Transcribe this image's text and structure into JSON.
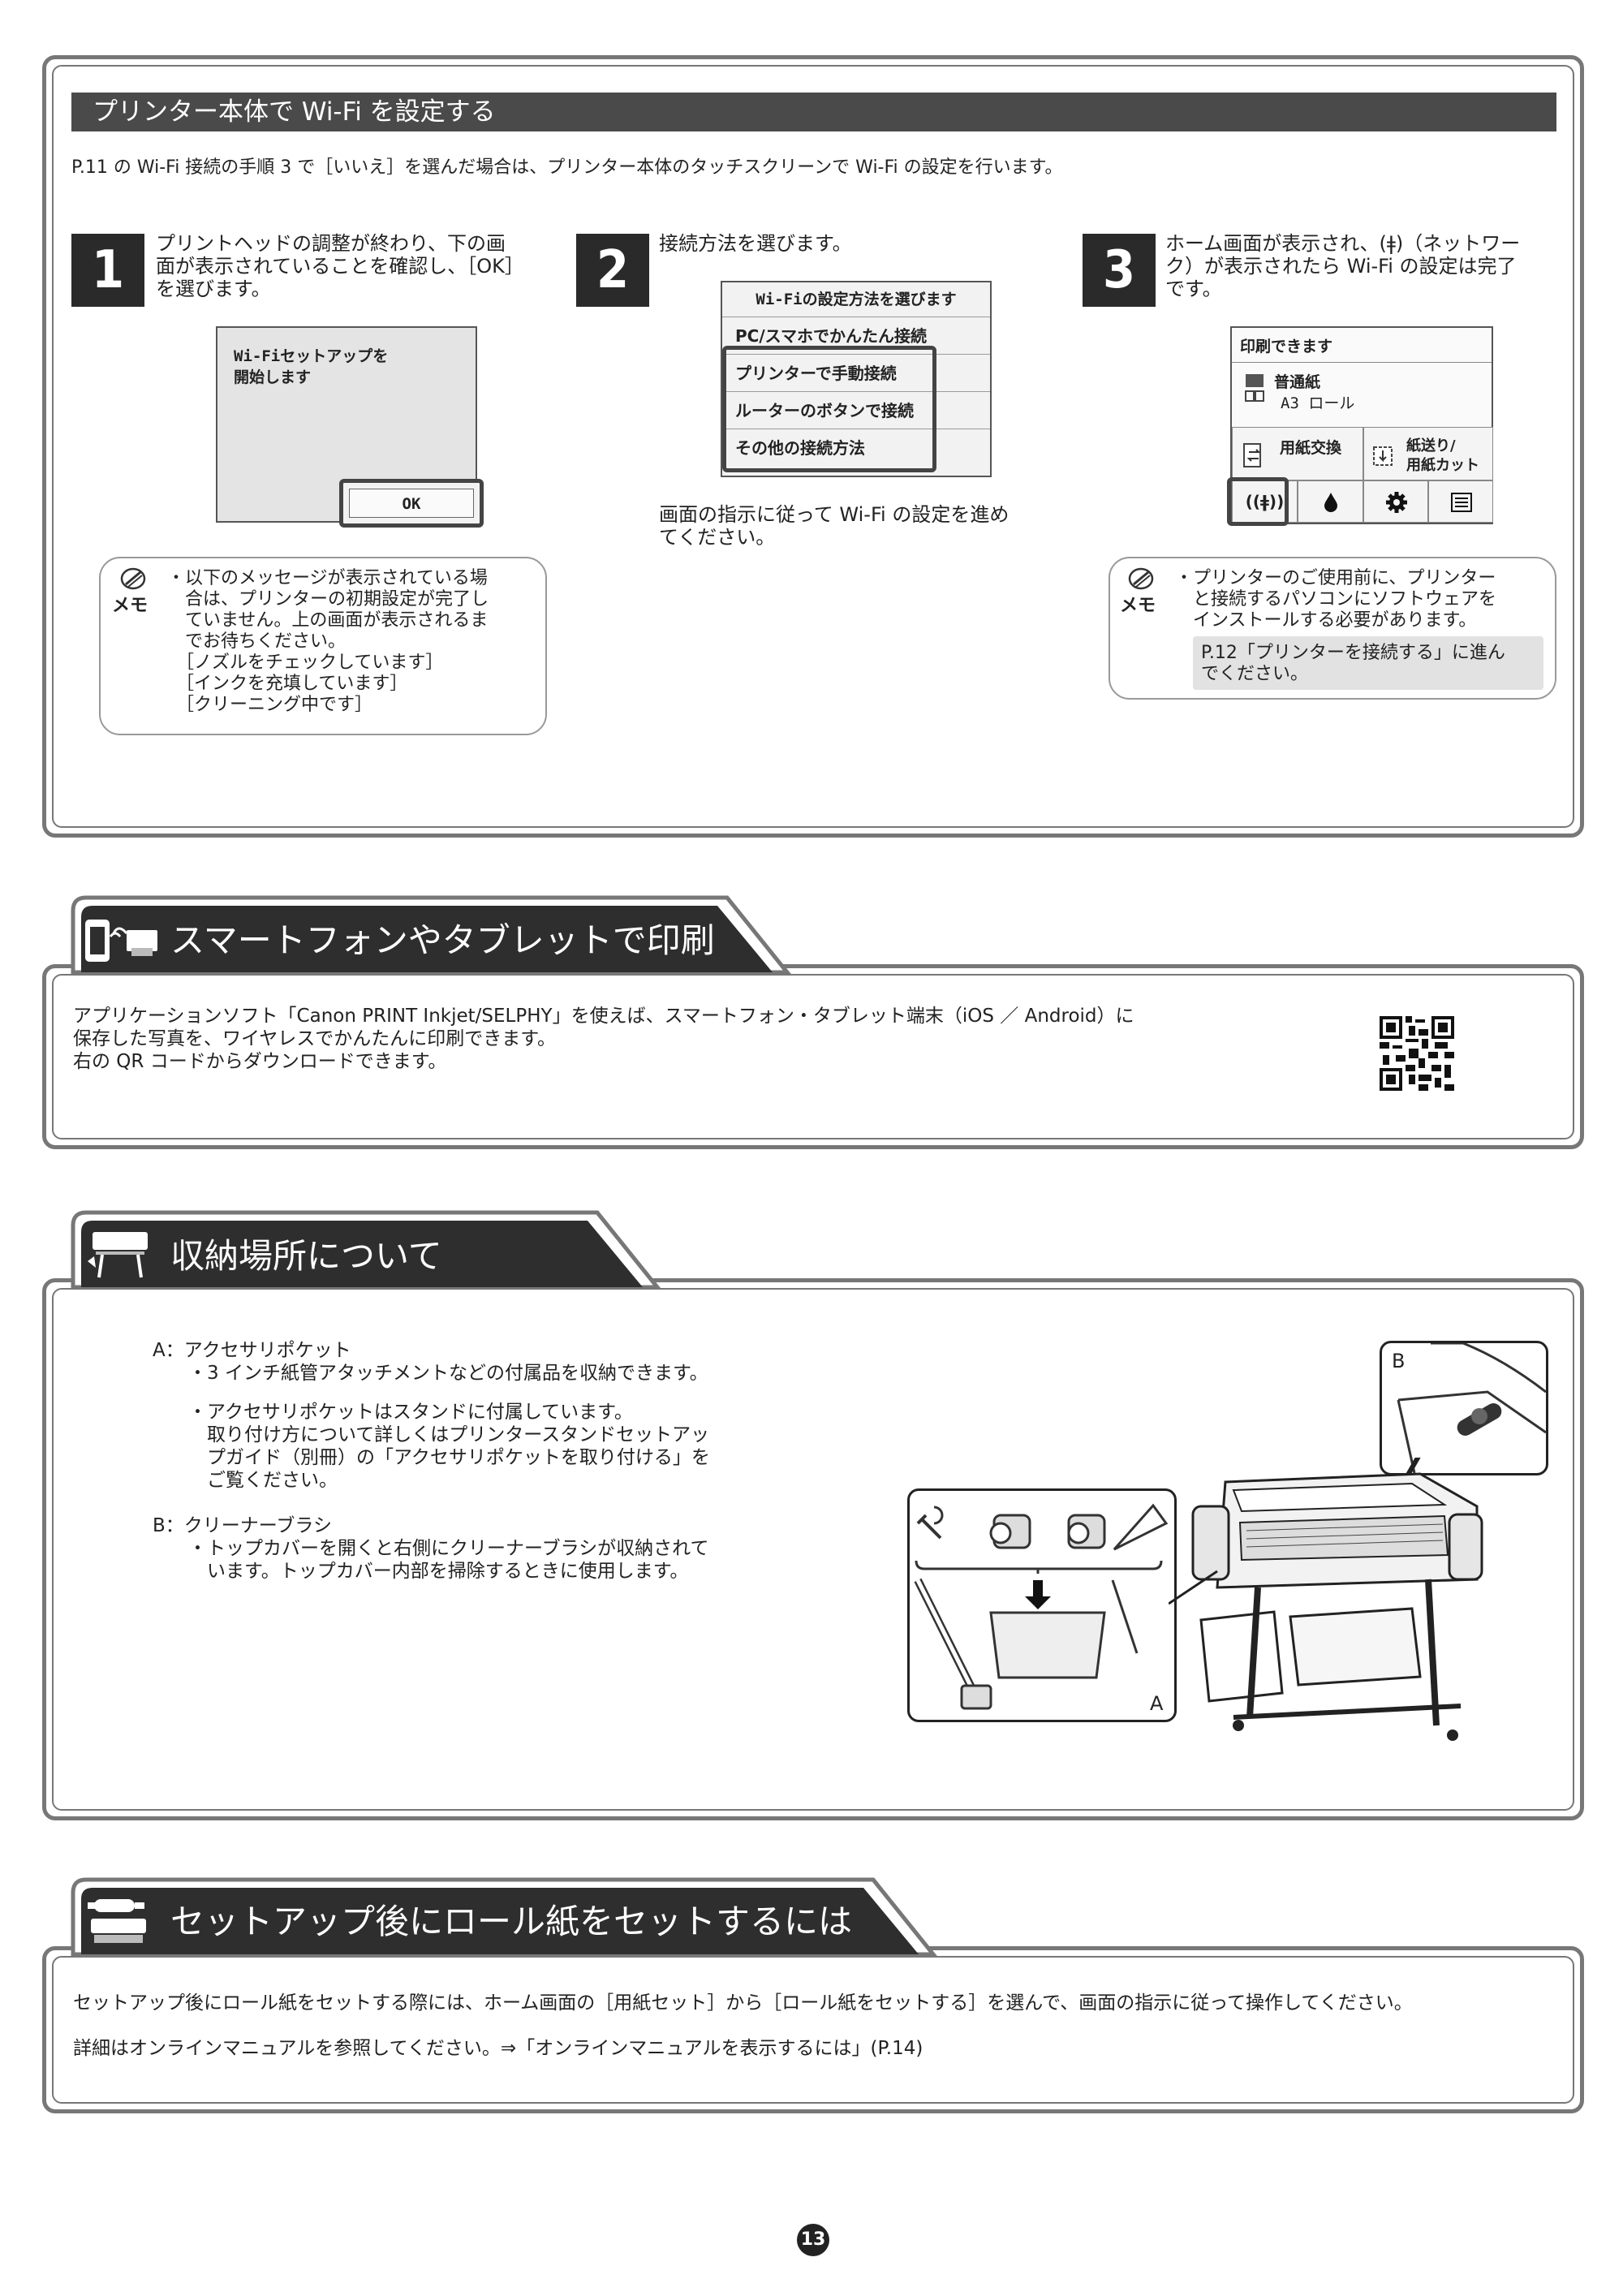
{
  "section_wifi": {
    "title": "プリンター本体で Wi-Fi を設定する",
    "intro": "P.11 の Wi-Fi 接続の手順 3 で［いいえ］を選んだ場合は、プリンター本体のタッチスクリーンで Wi-Fi の設定を行います。",
    "step1": {
      "number": "1",
      "text_lines": [
        "プリントヘッドの調整が終わり、下の画",
        "面が表示されていることを確認し、［OK］",
        "を選びます。"
      ],
      "screen_line1": "Wi-Fiセットアップを",
      "screen_line2": "開始します",
      "ok_label": "OK"
    },
    "step2": {
      "number": "2",
      "text": "接続方法を選びます。",
      "menu_title": "Wi-Fiの設定方法を選びます",
      "menu_items": [
        "PC/スマホでかんたん接続",
        "プリンターで手動接続",
        "ルーターのボタンで接続",
        "その他の接続方法"
      ],
      "after_lines": [
        "画面の指示に従って Wi-Fi の設定を進め",
        "てください。"
      ]
    },
    "step3": {
      "number": "3",
      "text_lines": [
        "ホーム画面が表示され、(ǂ)（ネットワー",
        "ク）が表示されたら Wi-Fi の設定は完了",
        "です。"
      ],
      "home_status": "印刷できます",
      "paper_type": "普通紙",
      "paper_size": "A3 ロール",
      "btn_replace": "用紙交換",
      "btn_feed_line1": "紙送り/",
      "btn_feed_line2": "用紙カット"
    },
    "memo1": {
      "label": "メモ",
      "lines": [
        "・以下のメッセージが表示されている場",
        "　合は、プリンターの初期設定が完了し",
        "　ていません。上の画面が表示されるま",
        "　でお待ちください。",
        "　［ノズルをチェックしています］",
        "　［インクを充填しています］",
        "　［クリーニング中です］"
      ]
    },
    "memo2": {
      "label": "メモ",
      "lines": [
        "・プリンターのご使用前に、プリンター",
        "　と接続するパソコンにソフトウェアを",
        "　インストールする必要があります。"
      ],
      "highlight_lines": [
        "P.12「プリンターを接続する」に進ん",
        "でください。"
      ]
    }
  },
  "section_smartphone": {
    "title": "スマートフォンやタブレットで印刷",
    "lines": [
      "アプリケーションソフト「Canon PRINT Inkjet/SELPHY」を使えば、スマートフォン・タブレット端末（iOS ／ Android）に",
      "保存した写真を、ワイヤレスでかんたんに印刷できます。",
      "右の QR コードからダウンロードできます。"
    ]
  },
  "section_storage": {
    "title": "収納場所について",
    "item_a_title": "A：アクセサリポケット",
    "item_a_bullet1": "・3 インチ紙管アタッチメントなどの付属品を収納できます。",
    "item_a_bullet2_lines": [
      "・アクセサリポケットはスタンドに付属しています。",
      "　取り付け方について詳しくはプリンタースタンドセットアッ",
      "　プガイド（別冊）の「アクセサリポケットを取り付ける」を",
      "　ご覧ください。"
    ],
    "item_b_title": "B：クリーナーブラシ",
    "item_b_bullet_lines": [
      "・トップカバーを開くと右側にクリーナーブラシが収納されて",
      "　います。トップカバー内部を掃除するときに使用します。"
    ],
    "label_a": "A",
    "label_b": "B"
  },
  "section_roll": {
    "title": "セットアップ後にロール紙をセットするには",
    "line1": "セットアップ後にロール紙をセットする際には、ホーム画面の［用紙セット］から［ロール紙をセットする］を選んで、画面の指示に従って操作してください。",
    "line2": "詳細はオンラインマニュアルを参照してください。⇒「オンラインマニュアルを表示するには」(P.14)"
  },
  "page_number": "13"
}
